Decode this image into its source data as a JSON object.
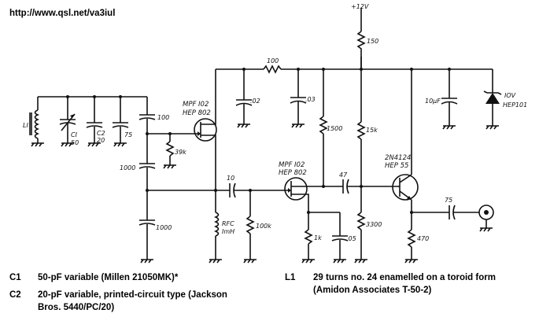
{
  "header": {
    "url": "http://www.qsl.net/va3iul"
  },
  "labels": {
    "supply": "+12V",
    "r150": "150",
    "r100_top": "100",
    "r1500": "1500",
    "r15k": "15k",
    "r39k": "39k",
    "r100k": "100k",
    "r1k": "1k",
    "r3300": "3300",
    "r470": "470",
    "c02": ".02",
    "c03": ".03",
    "c10uf": "10μF",
    "c100": "100",
    "c1000_a": "1000",
    "c1000_b": "1000",
    "c10": "10",
    "c47": "47",
    "c05": ".05",
    "c75_out": "75",
    "c75": "75",
    "c2": "C2",
    "c2_val": "20",
    "c1": "CI",
    "c1_val": "50",
    "l1": "LI",
    "rfc": "RFC",
    "rfc_val": "ImH",
    "zener_v": "IOV",
    "zener_part": "HEP101",
    "q1_a": "MPF I02",
    "q1_b": "HEP 802",
    "q2_a": "MPF I02",
    "q2_b": "HEP 802",
    "q3_a": "2N4124",
    "q3_b": "HEP 55"
  },
  "notes": {
    "c1": {
      "ref": "C1",
      "text": "50-pF variable (Millen 21050MK)*"
    },
    "c2": {
      "ref": "C2",
      "text": "20-pF variable, printed-circuit type (Jackson",
      "text2": "Bros. 5440/PC/20)"
    },
    "l1": {
      "ref": "L1",
      "text": "29 turns no. 24 enamelled on a toroid form",
      "text2": "(Amidon Associates T-50-2)"
    }
  }
}
